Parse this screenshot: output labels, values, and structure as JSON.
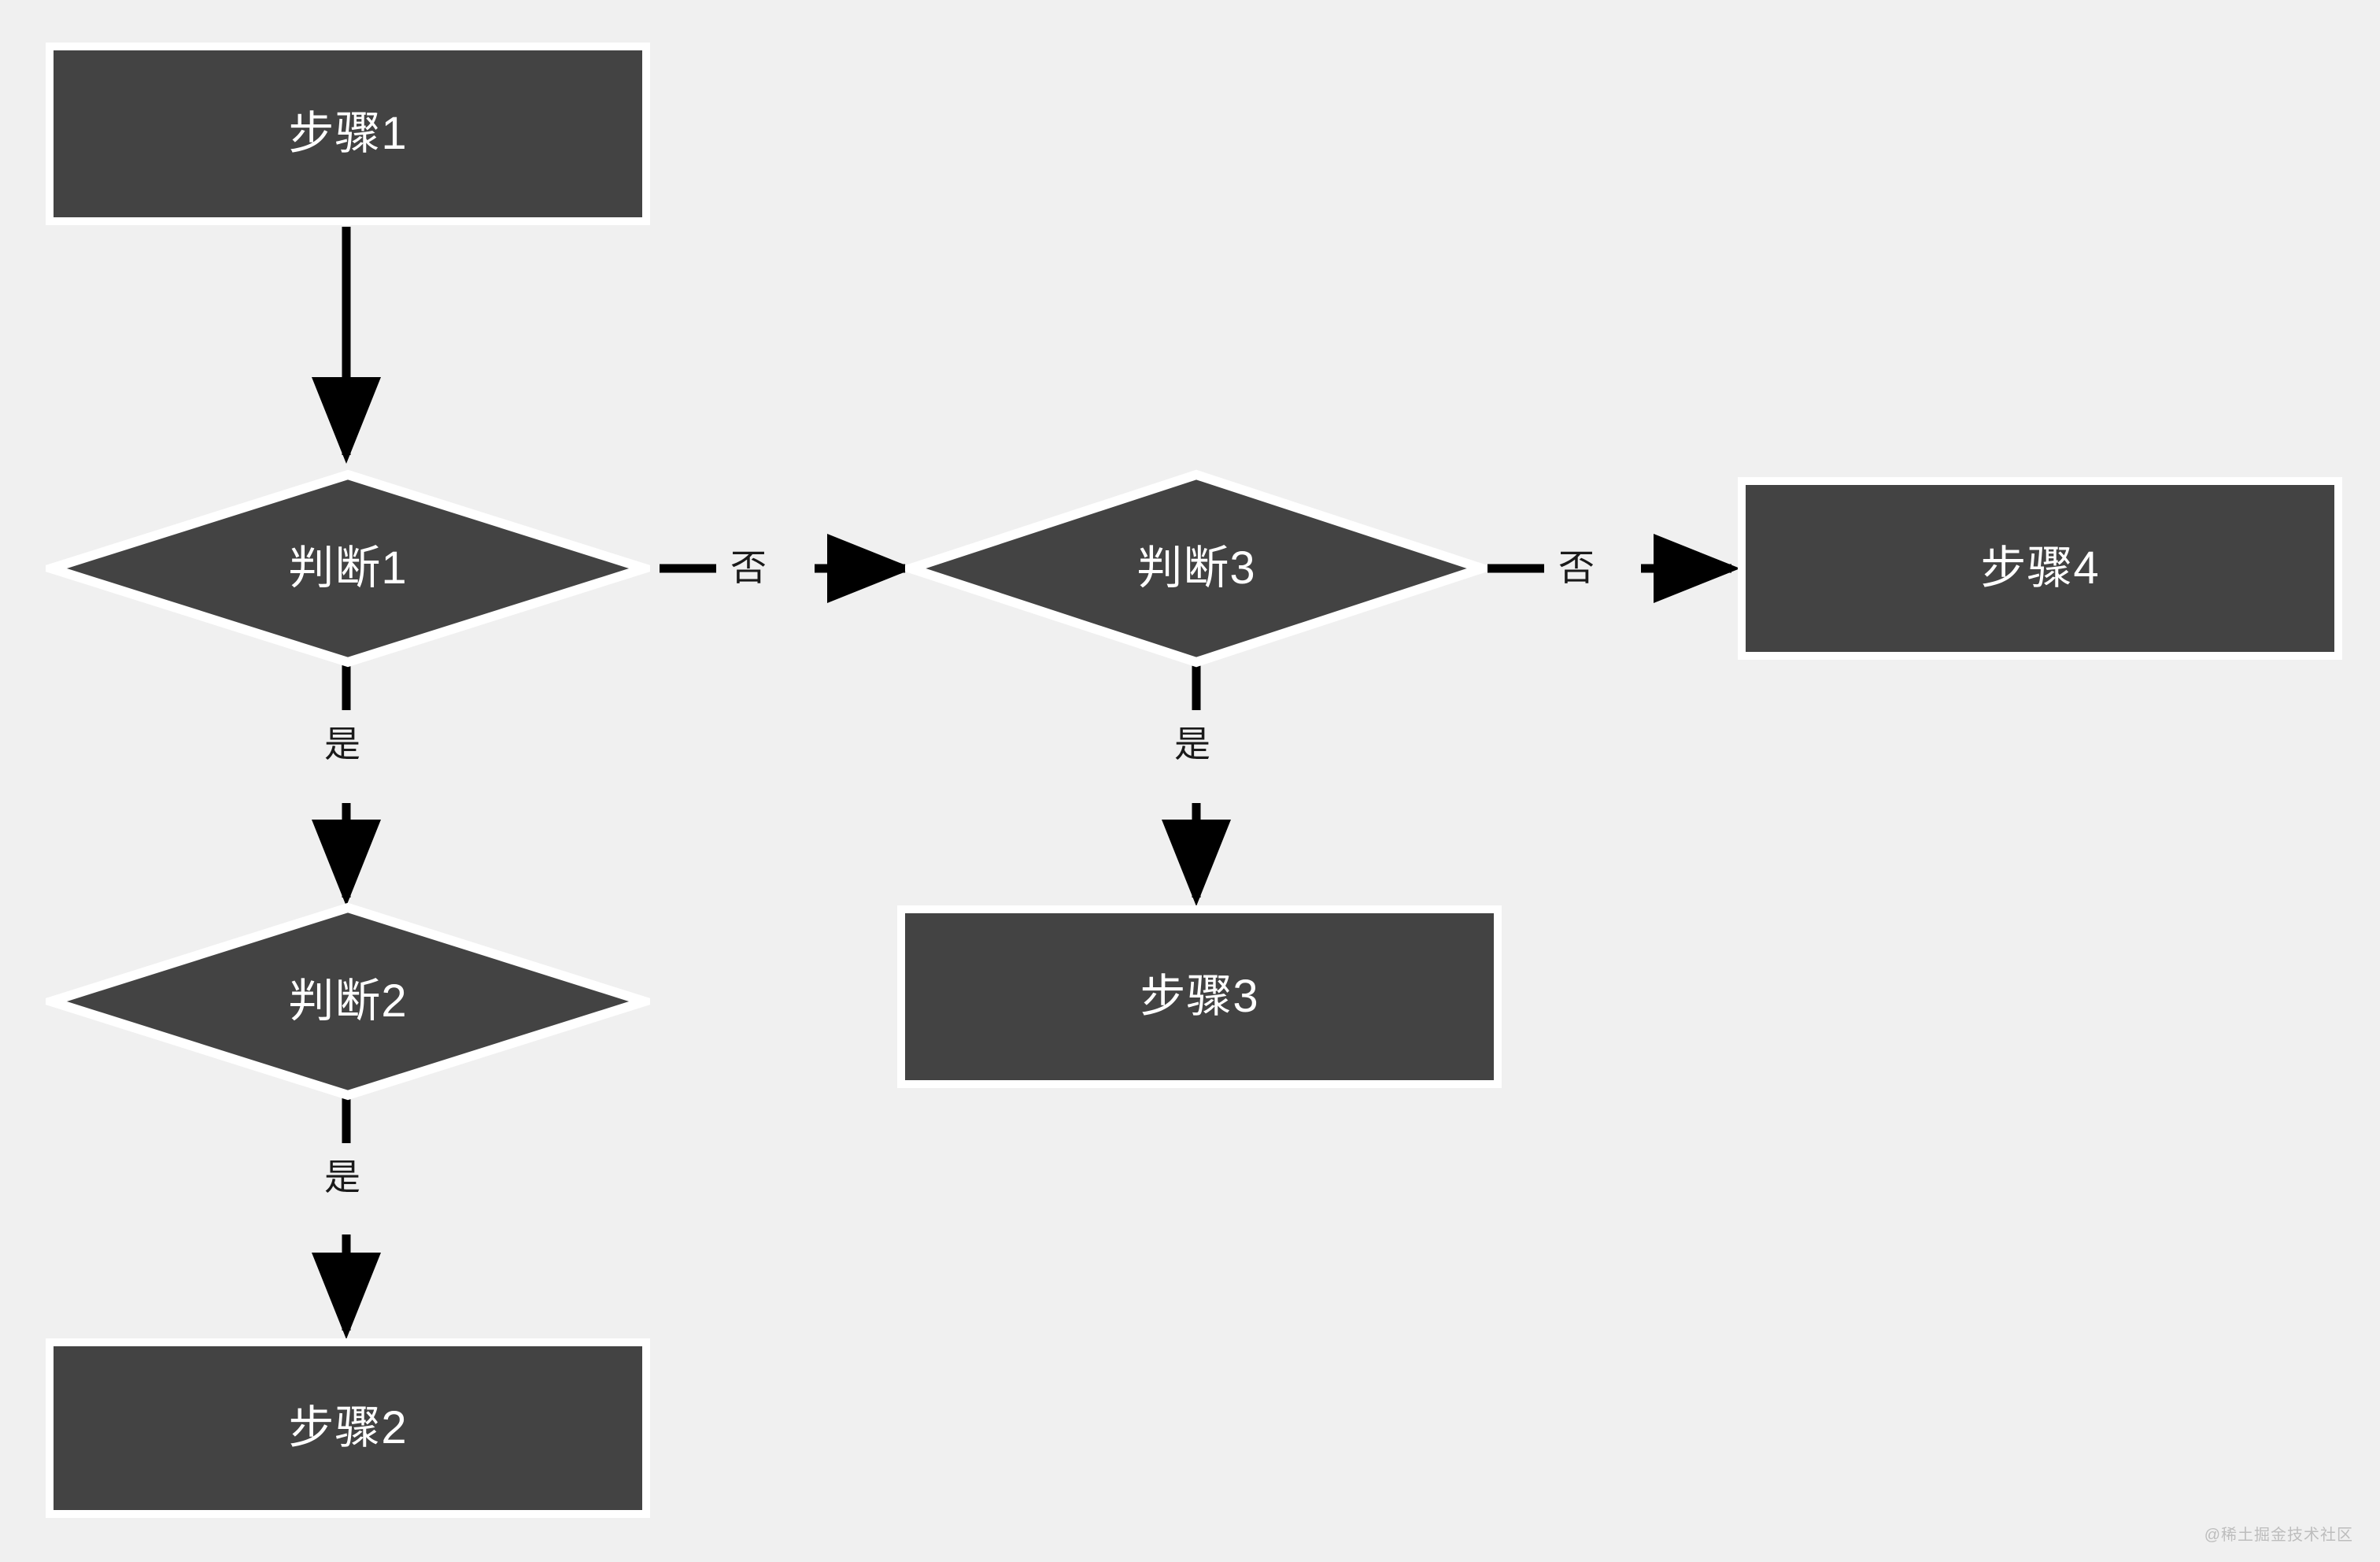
{
  "diagram": {
    "type": "flowchart",
    "direction": "top-down-with-right-branches",
    "background_color": "#f0f0f0",
    "node_fill_color": "#434343",
    "node_border_color": "#ffffff",
    "node_text_color": "#ffffff",
    "connector_color": "#000000",
    "edge_label_color": "#1a1a1a",
    "nodes": [
      {
        "id": "step1",
        "shape": "rectangle",
        "label": "步骤1"
      },
      {
        "id": "decision1",
        "shape": "diamond",
        "label": "判断1"
      },
      {
        "id": "decision2",
        "shape": "diamond",
        "label": "判断2"
      },
      {
        "id": "decision3",
        "shape": "diamond",
        "label": "判断3"
      },
      {
        "id": "step2",
        "shape": "rectangle",
        "label": "步骤2"
      },
      {
        "id": "step3",
        "shape": "rectangle",
        "label": "步骤3"
      },
      {
        "id": "step4",
        "shape": "rectangle",
        "label": "步骤4"
      }
    ],
    "edges": [
      {
        "id": "e1",
        "from": "step1",
        "to": "decision1",
        "label": "",
        "orientation": "vertical"
      },
      {
        "id": "e2",
        "from": "decision1",
        "to": "decision3",
        "label": "否",
        "orientation": "horizontal"
      },
      {
        "id": "e3",
        "from": "decision1",
        "to": "decision2",
        "label": "是",
        "orientation": "vertical"
      },
      {
        "id": "e4",
        "from": "decision2",
        "to": "step2",
        "label": "是",
        "orientation": "vertical"
      },
      {
        "id": "e5",
        "from": "decision3",
        "to": "step4",
        "label": "否",
        "orientation": "horizontal"
      },
      {
        "id": "e6",
        "from": "decision3",
        "to": "step3",
        "label": "是",
        "orientation": "vertical"
      }
    ]
  },
  "watermark": {
    "text": "@稀土掘金技术社区"
  }
}
